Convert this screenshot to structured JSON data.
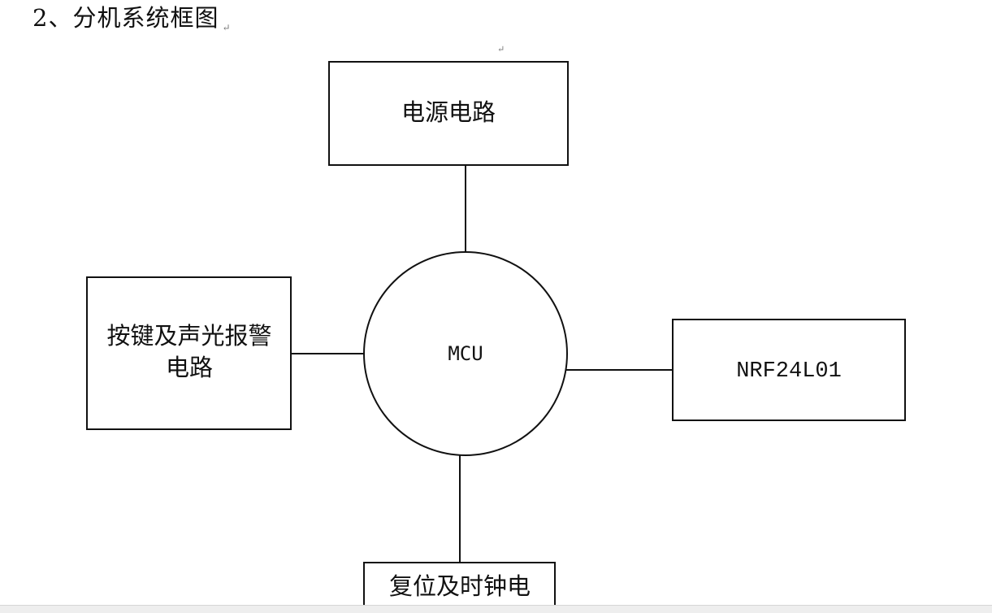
{
  "heading": {
    "text": "2、分机系统框图",
    "paragraph_mark": "↵"
  },
  "floating_mark": "↵",
  "diagram": {
    "center_node": {
      "label": "MCU"
    },
    "nodes": {
      "power": {
        "label": "电源电路"
      },
      "keys_alarm": {
        "label_line1": "按键及声光报警",
        "label_line2": "电路"
      },
      "radio": {
        "label": "NRF24L01"
      },
      "reset_clock": {
        "label": "复位及时钟电"
      }
    }
  }
}
